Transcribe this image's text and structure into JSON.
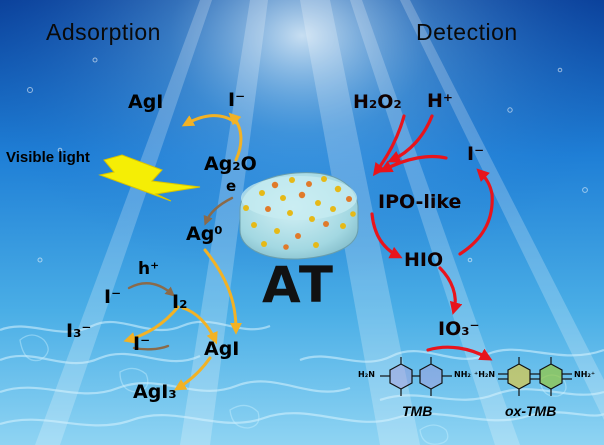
{
  "headings": {
    "adsorption": "Adsorption",
    "detection": "Detection"
  },
  "left": {
    "agi_top": "AgI",
    "iodide_top": "I⁻",
    "visible_light": "Visible light",
    "ag2o": "Ag₂O",
    "electron": "e",
    "ag0": "Ag⁰",
    "hole": "h⁺",
    "iodide_mid": "I⁻",
    "i2": "I₂",
    "i3": "I₃⁻",
    "iodide_low": "I⁻",
    "agi_low": "AgI",
    "agi3": "AgI₃"
  },
  "center": {
    "material": "AT"
  },
  "right": {
    "h2o2": "H₂O₂",
    "proton": "H⁺",
    "iodide": "I⁻",
    "ipo_like": "IPO-like",
    "hio": "HIO",
    "io3": "IO₃⁻",
    "tmb": "TMB",
    "ox_tmb": "ox-TMB",
    "tmb_left_group": "H₂N",
    "tmb_right_group": "NH₂",
    "oxtmb_left_group": "⁺H₂N",
    "oxtmb_right_group": "NH₂⁺"
  },
  "colors": {
    "water_top": "#0d4fae",
    "water_bottom": "#6fc4ee",
    "yellow_arrow": "#f2b225",
    "red_arrow": "#e8141c",
    "material": "#a9dde6",
    "lightning": "#f5ee05"
  }
}
